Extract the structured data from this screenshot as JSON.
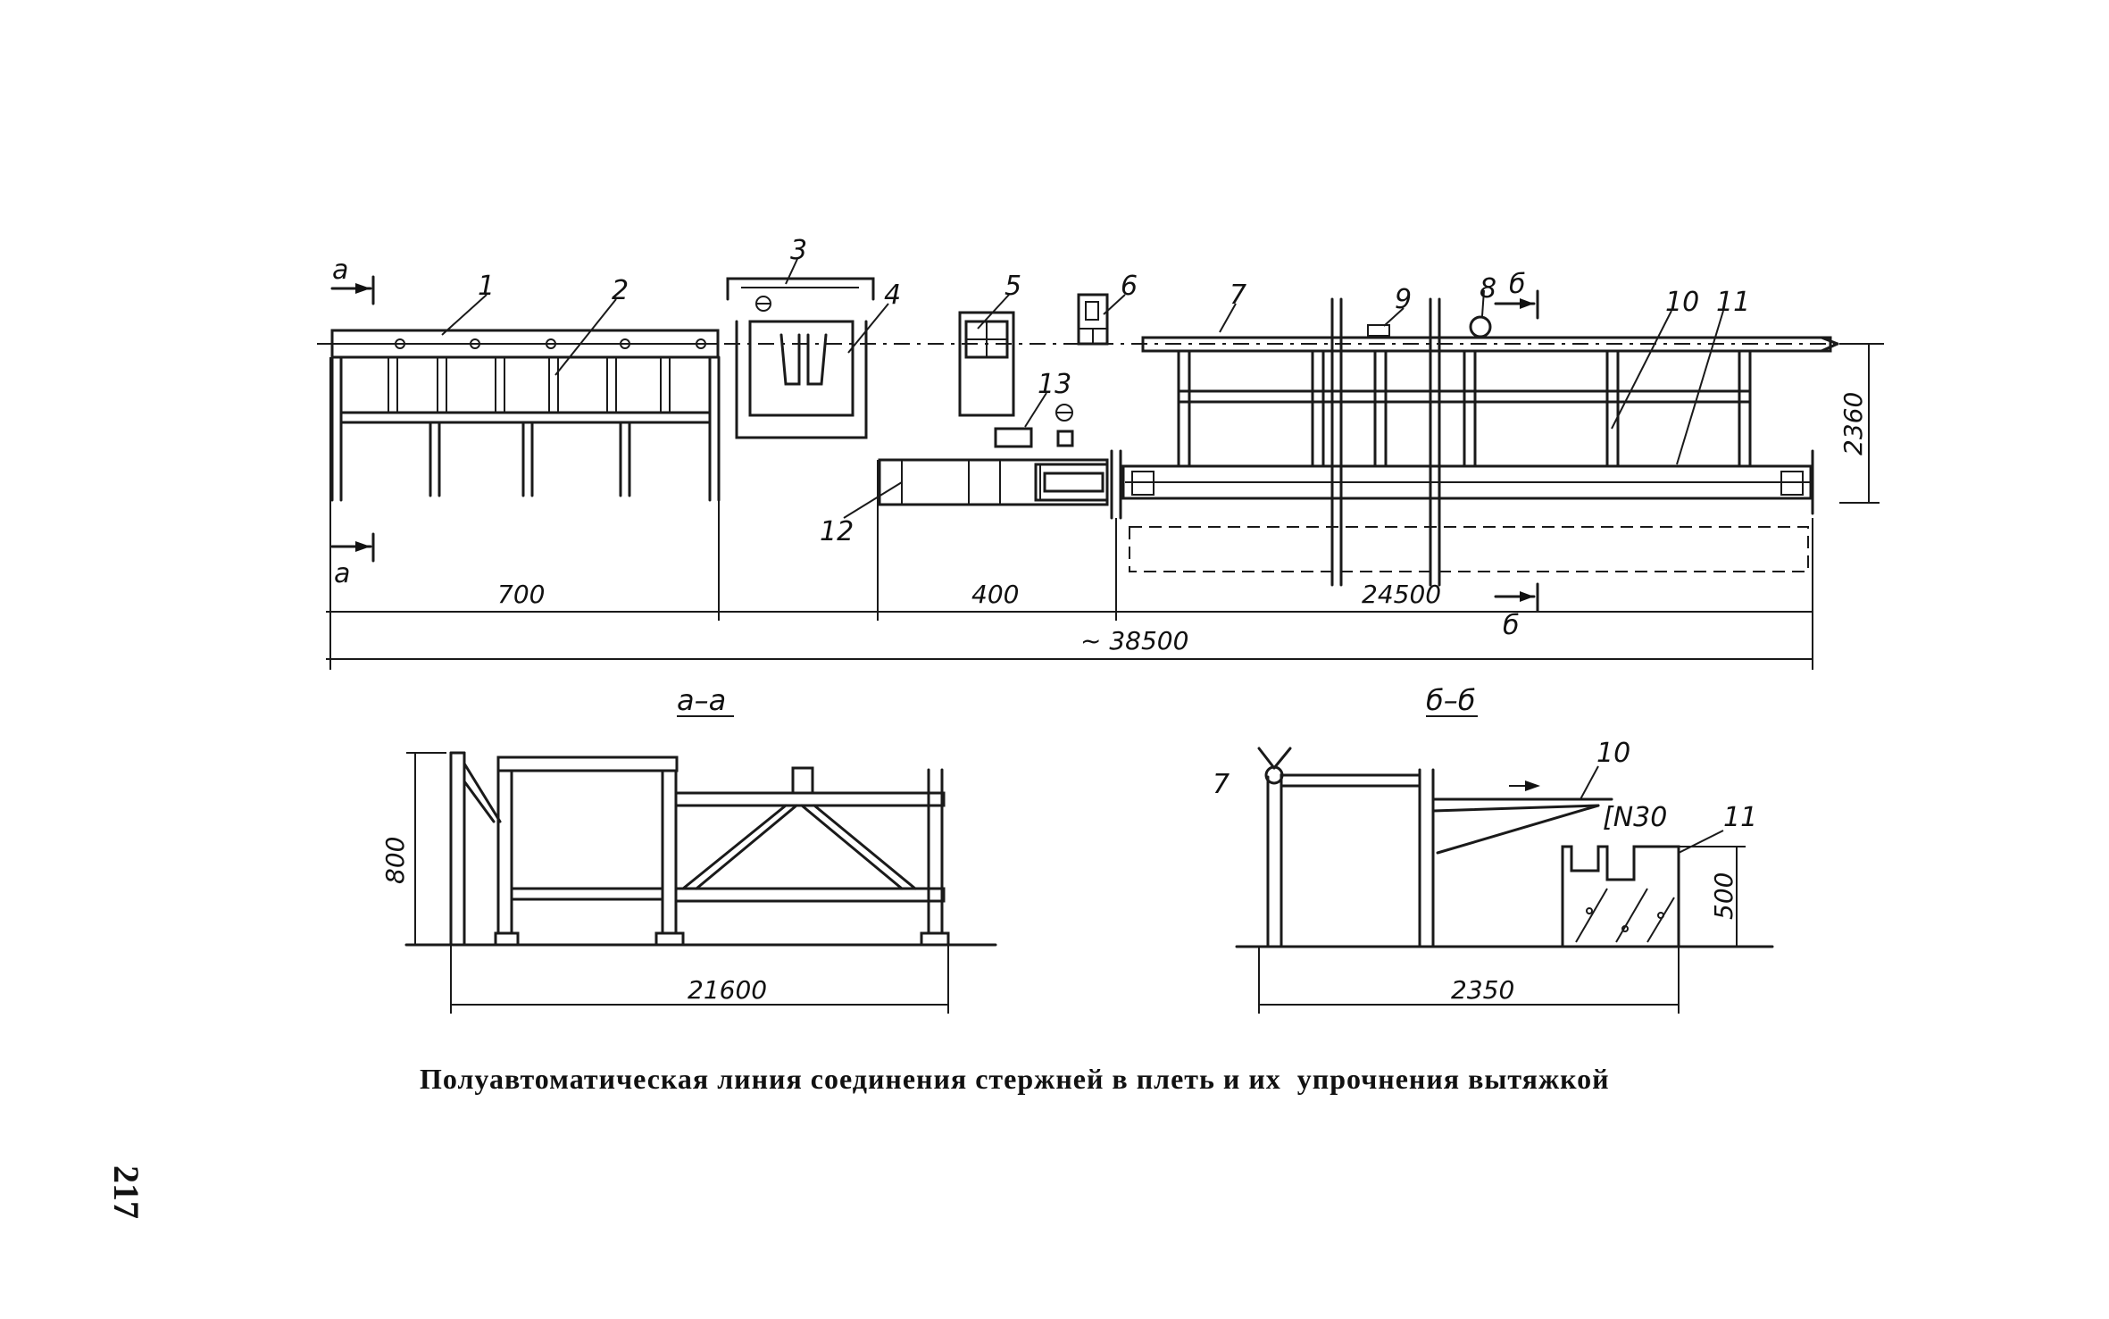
{
  "plan": {
    "section_marks": {
      "a_top": "а",
      "a_bottom": "а",
      "b_top": "б",
      "b_bottom": "б"
    },
    "callouts": [
      "1",
      "2",
      "3",
      "4",
      "5",
      "6",
      "7",
      "8",
      "9",
      "10",
      "11",
      "12",
      "13"
    ],
    "dimensions": {
      "d700": "700",
      "d400": "400",
      "d24500": "24500",
      "d38500": "~ 38500",
      "d2360": "2360"
    }
  },
  "section_aa": {
    "title": "а–а",
    "height": "800",
    "length": "21600"
  },
  "section_bb": {
    "title": "б–б",
    "label7": "7",
    "label10": "10",
    "label11": "11",
    "profile": "[N30",
    "height": "500",
    "width": "2350"
  },
  "caption": "Полуавтоматическая линия соединения стержней в плеть и их  упрочнения вытяжкой",
  "page_number": "217"
}
